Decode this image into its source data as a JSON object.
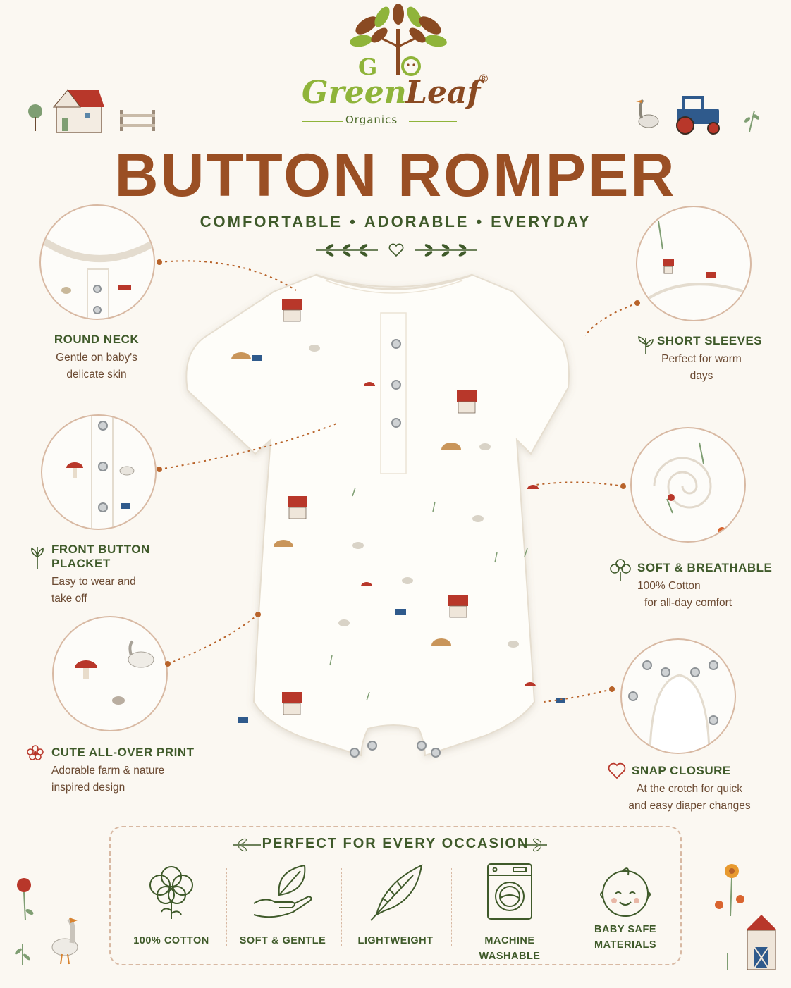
{
  "logo": {
    "word1": "Green",
    "word2": "Leaf",
    "reg": "®",
    "sub": "Organics"
  },
  "title": "BUTTON ROMPER",
  "subtitle": {
    "parts": [
      "COMFORTABLE",
      "ADORABLE",
      "EVERYDAY"
    ],
    "separator": "•"
  },
  "features": {
    "round_neck": {
      "heading": "ROUND NECK",
      "lines": [
        "Gentle on baby's",
        "delicate skin"
      ]
    },
    "front_button": {
      "heading_lines": [
        "FRONT BUTTON",
        "PLACKET"
      ],
      "lines": [
        "Easy to wear and",
        "take off"
      ]
    },
    "cute_print": {
      "heading": "CUTE ALL-OVER PRINT",
      "lines": [
        "Adorable farm & nature",
        "inspired design"
      ]
    },
    "short_sleeves": {
      "heading": "SHORT SLEEVES",
      "lines": [
        "Perfect for warm",
        "days"
      ]
    },
    "soft_breathable": {
      "heading": "SOFT & BREATHABLE",
      "lines": [
        "100% Cotton",
        "for all-day comfort"
      ]
    },
    "snap_closure": {
      "heading": "SNAP CLOSURE",
      "lines": [
        "At the crotch for quick",
        "and easy diaper changes"
      ]
    }
  },
  "occasion": {
    "title": "PERFECT FOR EVERY OCCASION",
    "items": [
      {
        "label": "100% COTTON",
        "icon": "cotton-icon"
      },
      {
        "label": "SOFT & GENTLE",
        "icon": "leaf-hand-icon"
      },
      {
        "label": "LIGHTWEIGHT",
        "icon": "feather-icon"
      },
      {
        "label": "MACHINE WASHABLE",
        "icon": "washing-machine-icon"
      },
      {
        "label_lines": [
          "BABY SAFE",
          "MATERIALS"
        ],
        "icon": "baby-face-icon"
      }
    ]
  },
  "colors": {
    "brown": "#9a4f24",
    "green": "#3f5a2a",
    "lime": "#8fb43a",
    "background": "#fbf8f2",
    "accent_red": "#b8372a",
    "dashed": "#d8b9a3"
  }
}
